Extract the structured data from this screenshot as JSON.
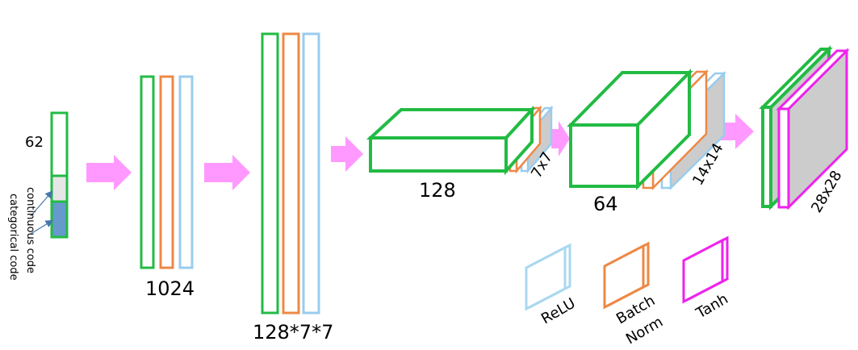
{
  "colors": {
    "green": "#22BB44",
    "orange": "#EE8844",
    "light_blue": "#99CCEE",
    "relu_legend_blue": "#A8D8F0",
    "magenta": "#EE22EE",
    "arrow_pink": "#FF99FF",
    "gray_face": "#CCCCCC",
    "continuous_fill": "#E6E6E6",
    "categorical_fill": "#6699CC",
    "annotation_arrow": "#4477AA"
  },
  "input": {
    "noise_label": "62",
    "continuous_label": "continuous code",
    "categorical_label": "categorical code"
  },
  "layers": {
    "fc1_label": "1024",
    "fc2_label": "128*7*7",
    "conv1_depth_label": "128",
    "conv1_size_label": "7x7",
    "conv2_depth_label": "64",
    "conv2_size_label": "14x14",
    "output_size_label": "28x28"
  },
  "legend": {
    "relu_label": "ReLU",
    "batchnorm_line1": "Batch",
    "batchnorm_line2": "Norm",
    "tanh_label": "Tanh"
  }
}
